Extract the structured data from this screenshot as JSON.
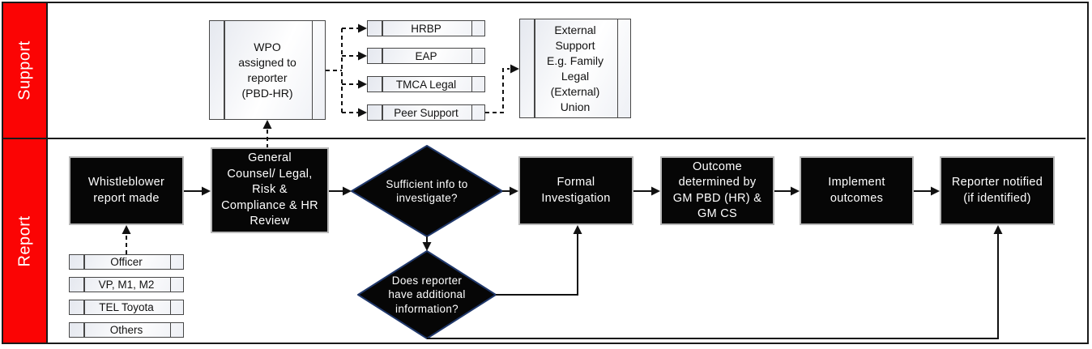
{
  "lanes": [
    {
      "label": "Support"
    },
    {
      "label": "Report"
    }
  ],
  "support": {
    "wpo_label": "WPO\nassigned to\nreporter\n(PBD-HR)",
    "channels": [
      {
        "label": "HRBP"
      },
      {
        "label": "EAP"
      },
      {
        "label": "TMCA Legal"
      },
      {
        "label": "Peer Support"
      }
    ],
    "external_label": "External\nSupport\nE.g. Family\nLegal\n(External)\nUnion"
  },
  "report": {
    "whistleblower_label": "Whistleblower\nreport made",
    "review_label": "General\nCounsel/ Legal,\nRisk &\nCompliance & HR\nReview",
    "decision_sufficient_label": "Sufficient info to\ninvestigate?",
    "formal_label": "Formal\nInvestigation",
    "outcome_label": "Outcome\ndetermined by\nGM PBD (HR) &\nGM CS",
    "implement_label": "Implement\noutcomes",
    "notified_label": "Reporter notified\n(if identified)",
    "decision_additional_label": "Does reporter\nhave additional\ninformation?",
    "sources": [
      {
        "label": "Officer"
      },
      {
        "label": "VP, M1, M2"
      },
      {
        "label": "TEL Toyota"
      },
      {
        "label": "Others"
      }
    ]
  },
  "colors": {
    "lane_red": "#fb0404",
    "node_fill": "#060606",
    "node_border": "#b9b9b9",
    "diamond_border": "#20386b",
    "process_border": "#474747",
    "connector": "#111111"
  }
}
